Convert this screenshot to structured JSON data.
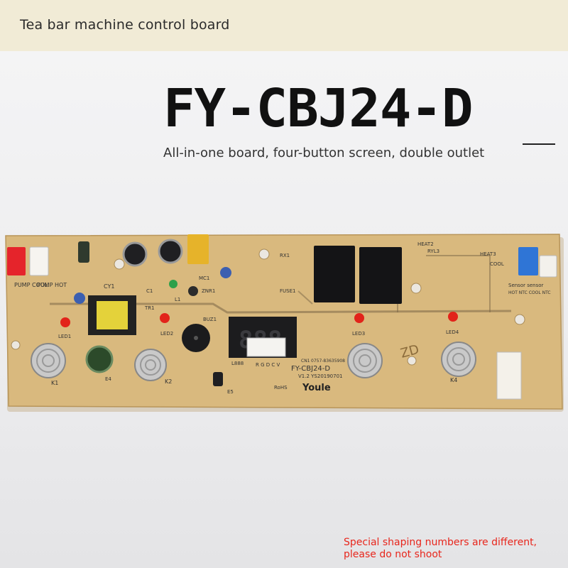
{
  "banner": {
    "text": "Tea bar machine control board"
  },
  "product": {
    "model": "FY-CBJ24-D",
    "subtitle": "All-in-one board, four-button screen, double outlet"
  },
  "note": {
    "text": "Special shaping numbers are different, please do not shoot"
  },
  "board_labels": {
    "pump_cool": "PUMP COOL",
    "pump_hot": "PUMP HOT",
    "cy1": "CY1",
    "tr1": "TR1",
    "c1": "C1",
    "l1": "L1",
    "mc1": "MC1",
    "znr1": "ZNR1",
    "buz1": "BUZ1",
    "rx1": "RX1",
    "fuse1": "FUSE1",
    "ryl3": "RYL3",
    "heat2": "HEAT2",
    "heat3": "HEAT3",
    "cool": "COOL",
    "sensor": "Sensor sensor",
    "hot_ntc": "HOT NTC COOL NTC",
    "led1": "LED1",
    "led2": "LED2",
    "led3": "LED3",
    "led4": "LED4",
    "k1": "K1",
    "k2": "K2",
    "k4": "K4",
    "e4": "E4",
    "e5": "E5",
    "l888": "L888",
    "rgdcv": "R G D C V",
    "display": "888",
    "cn1": "CN1",
    "phone": "0757-83635908",
    "board_model": "FY-CBJ24-D",
    "version": "V1.2  YS20190701",
    "brand": "Youle",
    "rohs": "RoHS",
    "zd": "ZD"
  },
  "colors": {
    "banner_bg": "#f1ebd6",
    "board": "#d9b97e",
    "note_red": "#e8261c"
  }
}
